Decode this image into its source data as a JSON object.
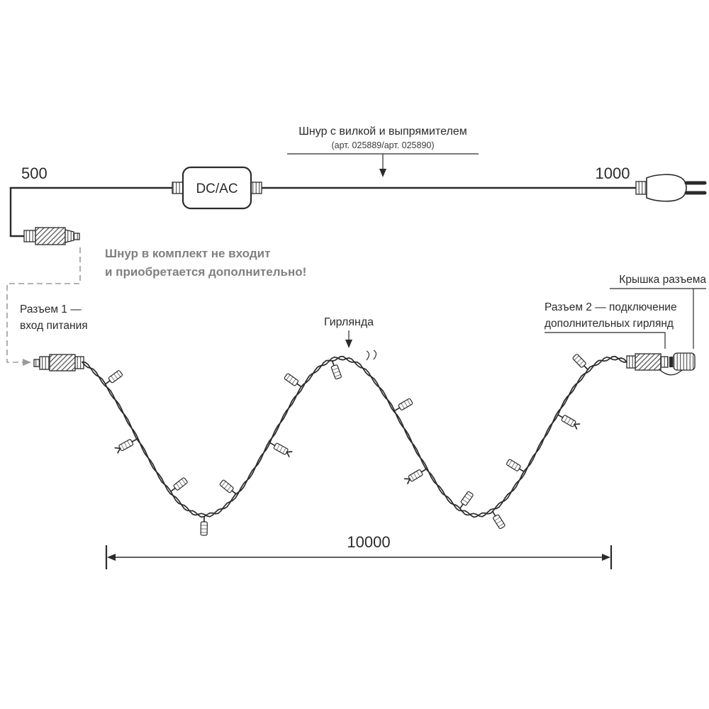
{
  "colors": {
    "ink": "#2b2b2b",
    "muted": "#7f7f7f",
    "dashed": "#9b9b9b"
  },
  "cord": {
    "label": "Шнур с вилкой и выпрямителем",
    "sublabel": "(арт. 025889/арт. 025890)",
    "left_length": "500",
    "right_length": "1000",
    "converter_label": "DC/AC"
  },
  "notes": {
    "not_included_line1": "Шнур в комплект не входит",
    "not_included_line2": "и приобретается дополнительно!"
  },
  "connectors": {
    "connector1_line1": "Разъем 1 —",
    "connector1_line2": "вход питания",
    "connector2_line1": "Разъем 2 — подключение",
    "connector2_line2": "дополнительных гирлянд",
    "cap_label": "Крышка разъема"
  },
  "garland": {
    "label": "Гирлянда",
    "total_length": "10000"
  }
}
